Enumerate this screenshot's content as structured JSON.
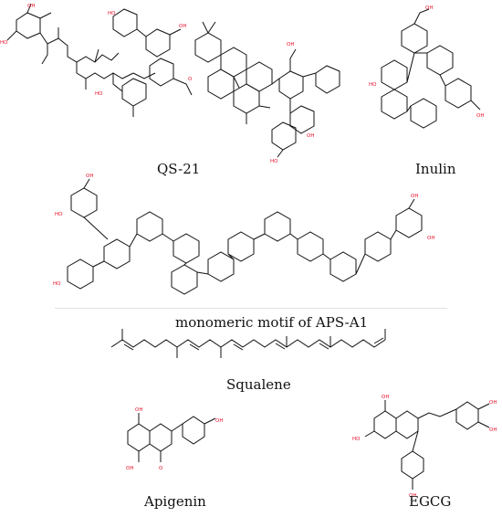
{
  "captions": {
    "qs21": "QS-21",
    "inulin": "Inulin",
    "apsa1": "monomeric motif of APS-A1",
    "squalene": "Squalene",
    "apigenin": "Apigenin",
    "egcg": "EGCG"
  },
  "atom_labels": {
    "hydroxyl": "OH",
    "hydroxyl_left": "HO",
    "oxygen": "O"
  },
  "colors": {
    "bond": "#111111",
    "heteroatom": "#e8102a",
    "text": "#111111"
  }
}
